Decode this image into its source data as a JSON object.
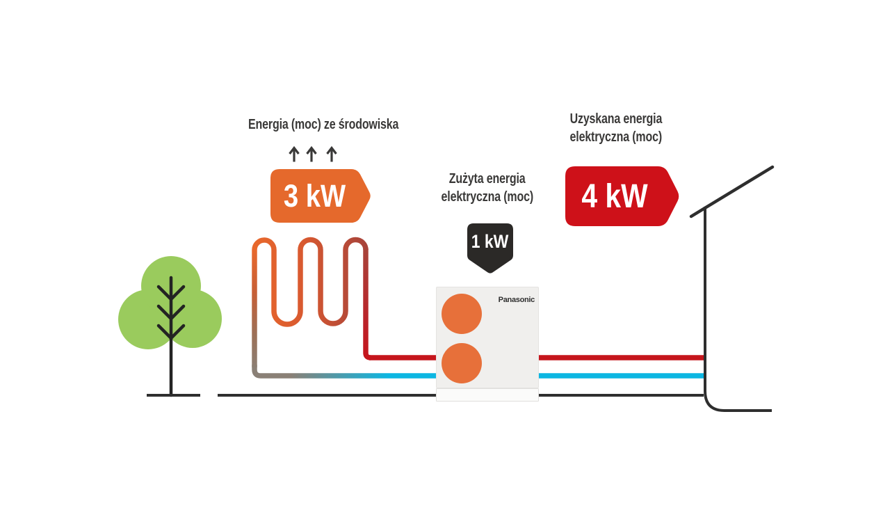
{
  "diagram": {
    "environment": {
      "label": "Energia (moc) ze środowiska",
      "value": "3 kW"
    },
    "consumed": {
      "label_line1": "Zużyta energia",
      "label_line2": "elektryczna (moc)",
      "value": "1 kW"
    },
    "obtained": {
      "label_line1": "Uzyskana energia",
      "label_line2": "elektryczna (moc)",
      "value": "4 kW"
    },
    "device": {
      "brand": "Panasonic"
    }
  },
  "colors": {
    "tag_orange": "#E5692C",
    "tag_red": "#CE1119",
    "badge_dark": "#2B2927",
    "tree_green": "#9ACB5D",
    "trunk_dark": "#232323",
    "pipe_cyan": "#0CB6E2",
    "pipe_red": "#C5151C",
    "pipe_gray": "#8A8076",
    "pipe_orange": "#E8682C",
    "pipe_dark_red": "#A8433A",
    "pump_fan_orange": "#E7703A",
    "pump_body_gray": "#F0EFED",
    "text_dark": "#3A3938",
    "line_dark": "#2E2E2E"
  },
  "icons": {
    "up_arrow": "up-arrow-icon",
    "tree": "tree-icon",
    "house": "house-outline-icon",
    "fan": "fan-circle-icon",
    "ground_loop": "ground-loop-pipe-icon"
  }
}
